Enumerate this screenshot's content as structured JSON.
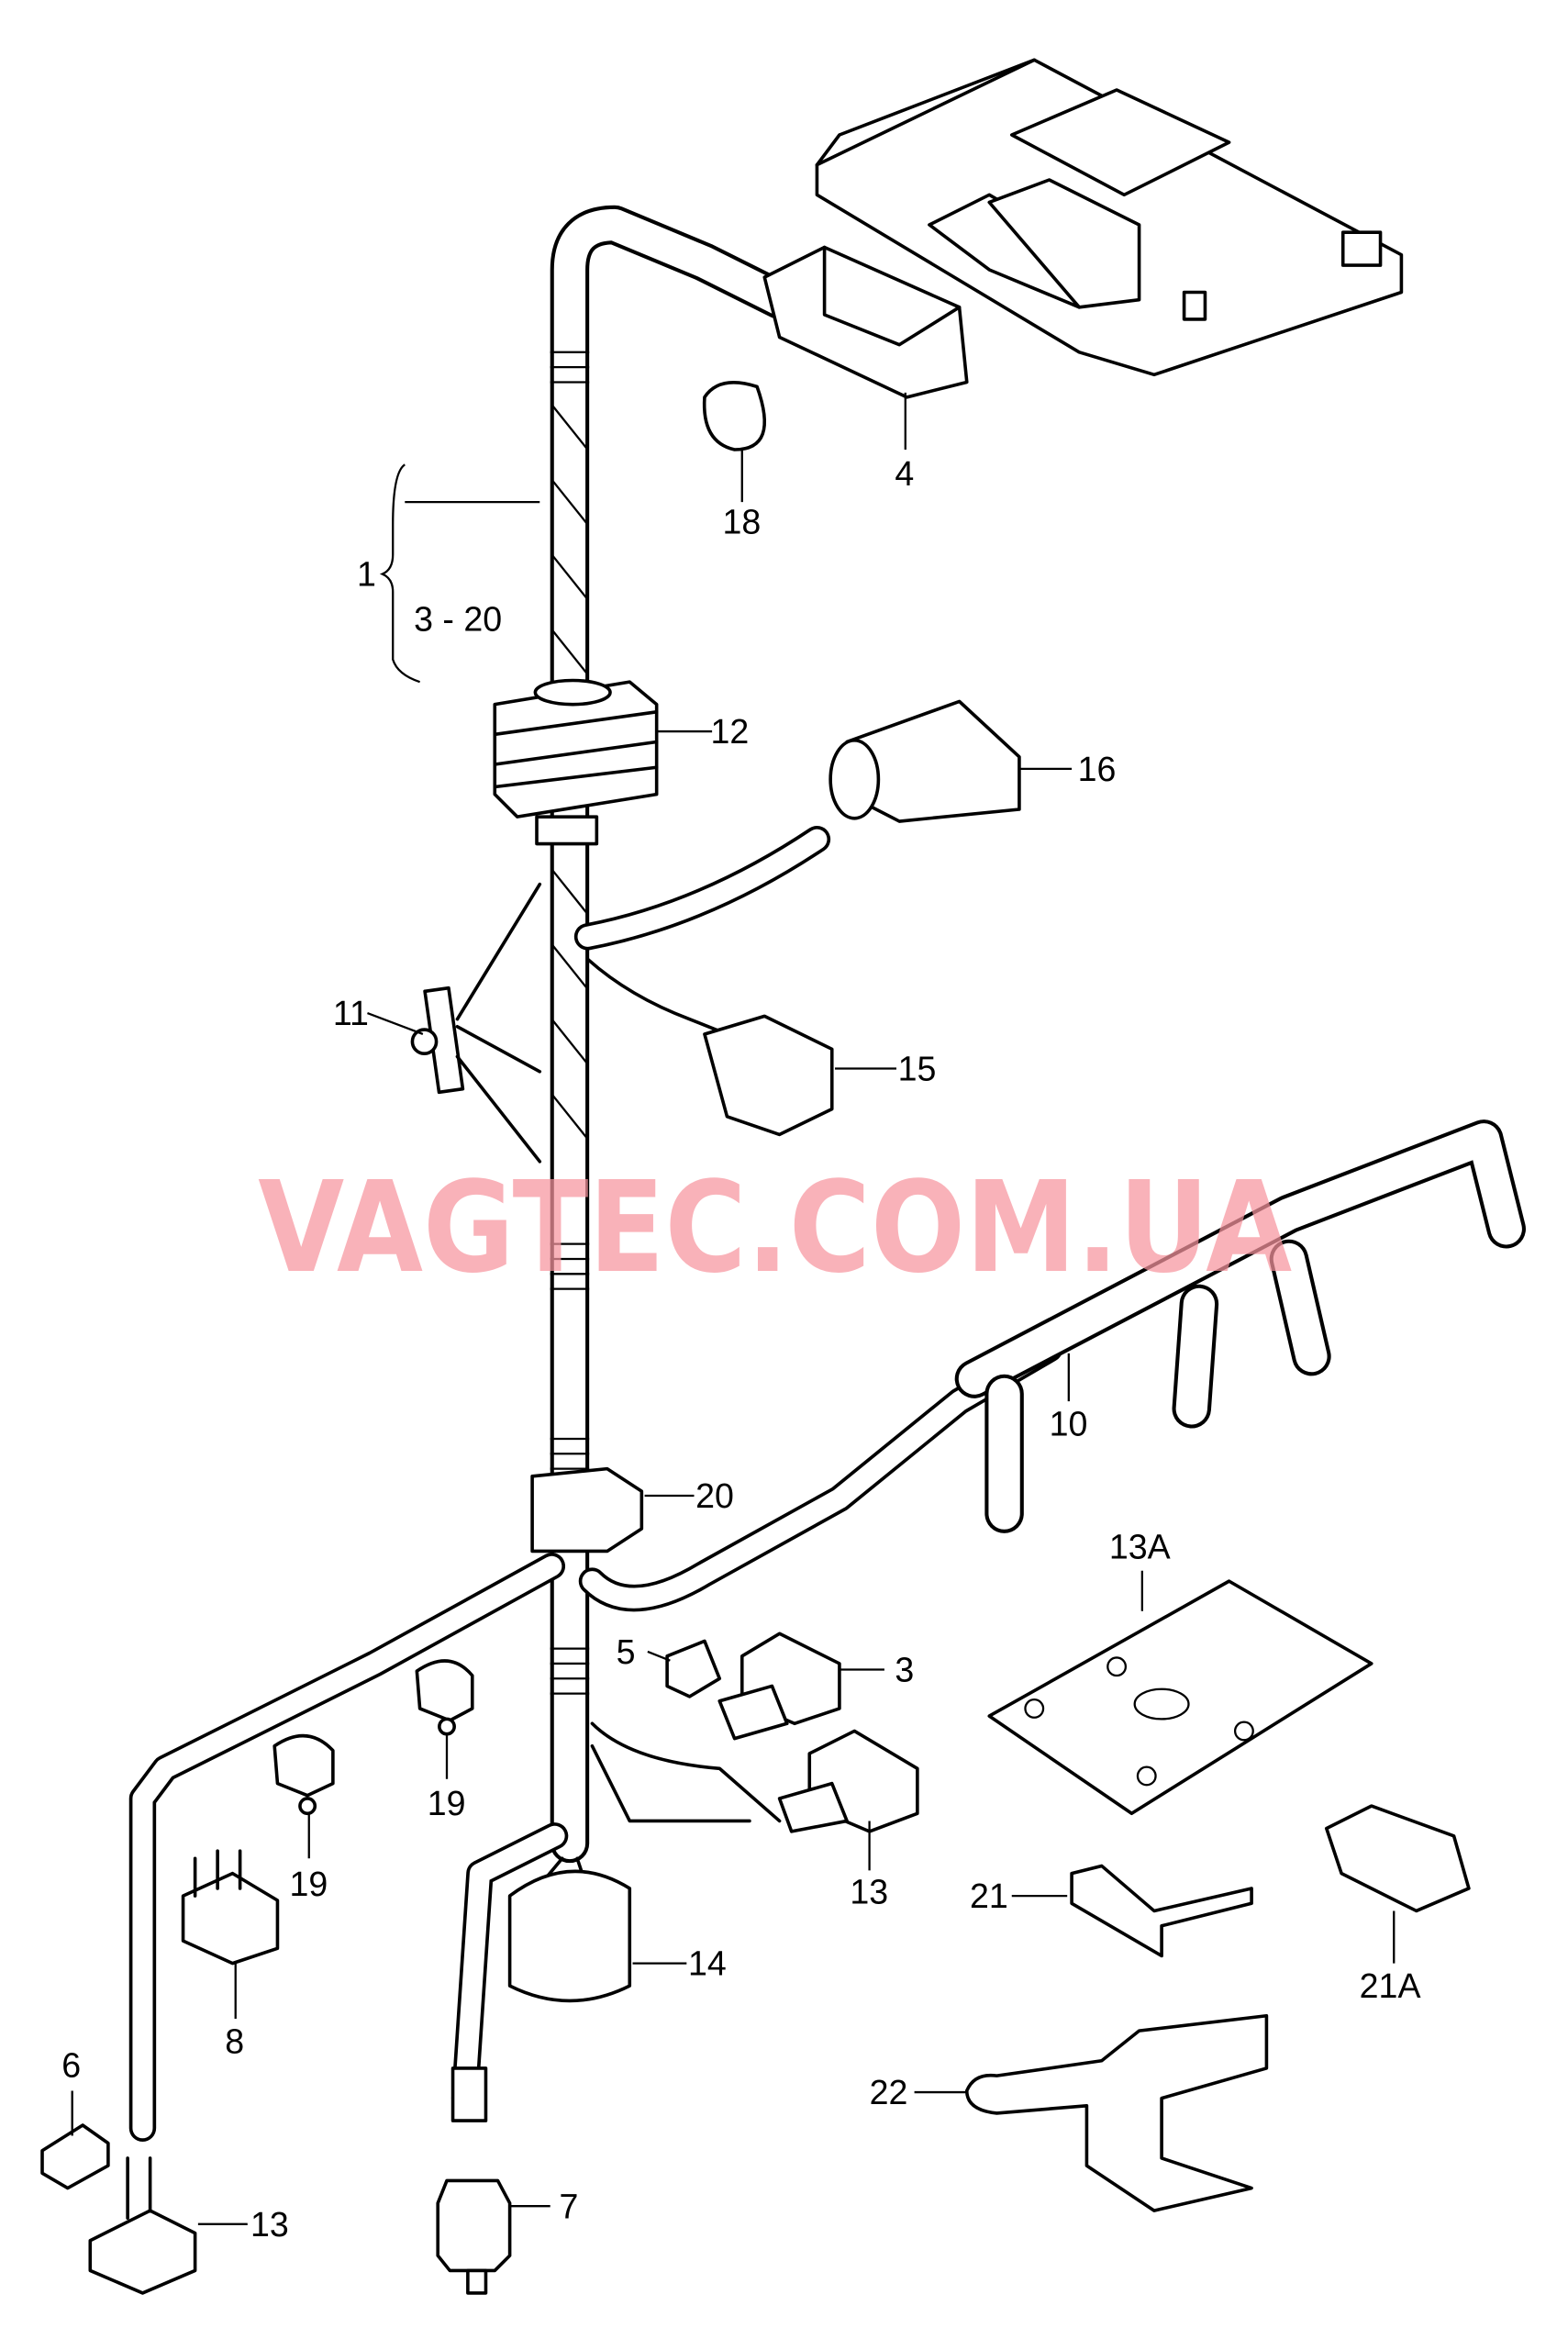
{
  "diagram": {
    "watermark": "VAGTEC.COM.UA",
    "watermark_color": "#f7949e",
    "callouts": [
      {
        "id": "1",
        "label": "1"
      },
      {
        "id": "1-range",
        "label": "3 - 20"
      },
      {
        "id": "18",
        "label": "18"
      },
      {
        "id": "4",
        "label": "4"
      },
      {
        "id": "12",
        "label": "12"
      },
      {
        "id": "16",
        "label": "16"
      },
      {
        "id": "11",
        "label": "11"
      },
      {
        "id": "15",
        "label": "15"
      },
      {
        "id": "10",
        "label": "10"
      },
      {
        "id": "20",
        "label": "20"
      },
      {
        "id": "13A",
        "label": "13A"
      },
      {
        "id": "5",
        "label": "5"
      },
      {
        "id": "3",
        "label": "3"
      },
      {
        "id": "19a",
        "label": "19"
      },
      {
        "id": "19b",
        "label": "19"
      },
      {
        "id": "13a",
        "label": "13"
      },
      {
        "id": "21",
        "label": "21"
      },
      {
        "id": "21A",
        "label": "21A"
      },
      {
        "id": "14",
        "label": "14"
      },
      {
        "id": "8",
        "label": "8"
      },
      {
        "id": "22",
        "label": "22"
      },
      {
        "id": "6",
        "label": "6"
      },
      {
        "id": "13b",
        "label": "13"
      },
      {
        "id": "7",
        "label": "7"
      }
    ]
  }
}
